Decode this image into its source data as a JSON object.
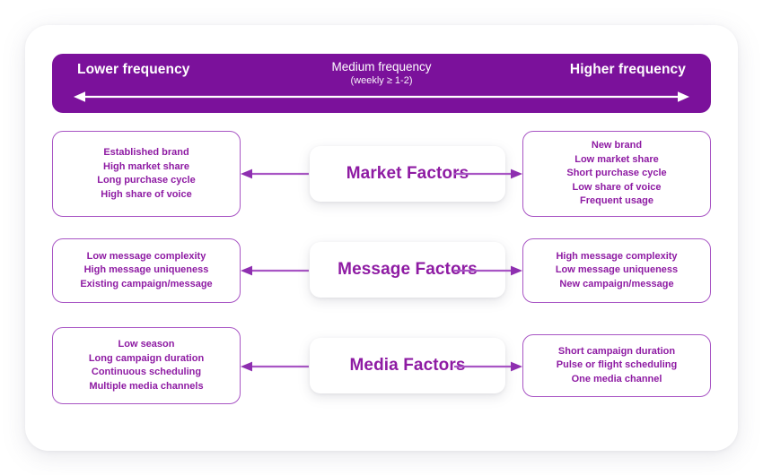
{
  "banner": {
    "left_label": "Lower frequency",
    "center_title": "Medium frequency",
    "center_subtitle": "(weekly ≥ 1-2)",
    "right_label": "Higher frequency",
    "arrow_icon": "double-headed-horizontal-arrow-icon",
    "background_color": "#7B119B",
    "text_color": "#FFFFFF"
  },
  "theme": {
    "purple": "#7B119B",
    "text_purple": "#8E1BA3",
    "border_purple": "#A855C4",
    "connector_purple": "#A855C4",
    "card_background": "#FFFFFF",
    "page_background": "#FFFFFF"
  },
  "rows": [
    {
      "id": "market-factors",
      "center_label": "Market Factors",
      "left_arrow_icon": "arrow-left-icon",
      "right_arrow_icon": "arrow-right-icon",
      "left_items": [
        "Established brand",
        "High market share",
        "Long purchase cycle",
        "High share of voice"
      ],
      "right_items": [
        "New brand",
        "Low market share",
        "Short purchase cycle",
        "Low share of voice",
        "Frequent usage"
      ]
    },
    {
      "id": "message-factors",
      "center_label": "Message Factors",
      "left_arrow_icon": "arrow-left-icon",
      "right_arrow_icon": "arrow-right-icon",
      "left_items": [
        "Low message complexity",
        "High message uniqueness",
        "Existing campaign/message"
      ],
      "right_items": [
        "High message complexity",
        "Low message uniqueness",
        "New campaign/message"
      ]
    },
    {
      "id": "media-factors",
      "center_label": "Media Factors",
      "left_arrow_icon": "arrow-left-icon",
      "right_arrow_icon": "arrow-right-icon",
      "left_items": [
        "Low season",
        "Long campaign duration",
        "Continuous scheduling",
        "Multiple media channels"
      ],
      "right_items": [
        "Short campaign duration",
        "Pulse or flight scheduling",
        "One media channel"
      ]
    }
  ]
}
